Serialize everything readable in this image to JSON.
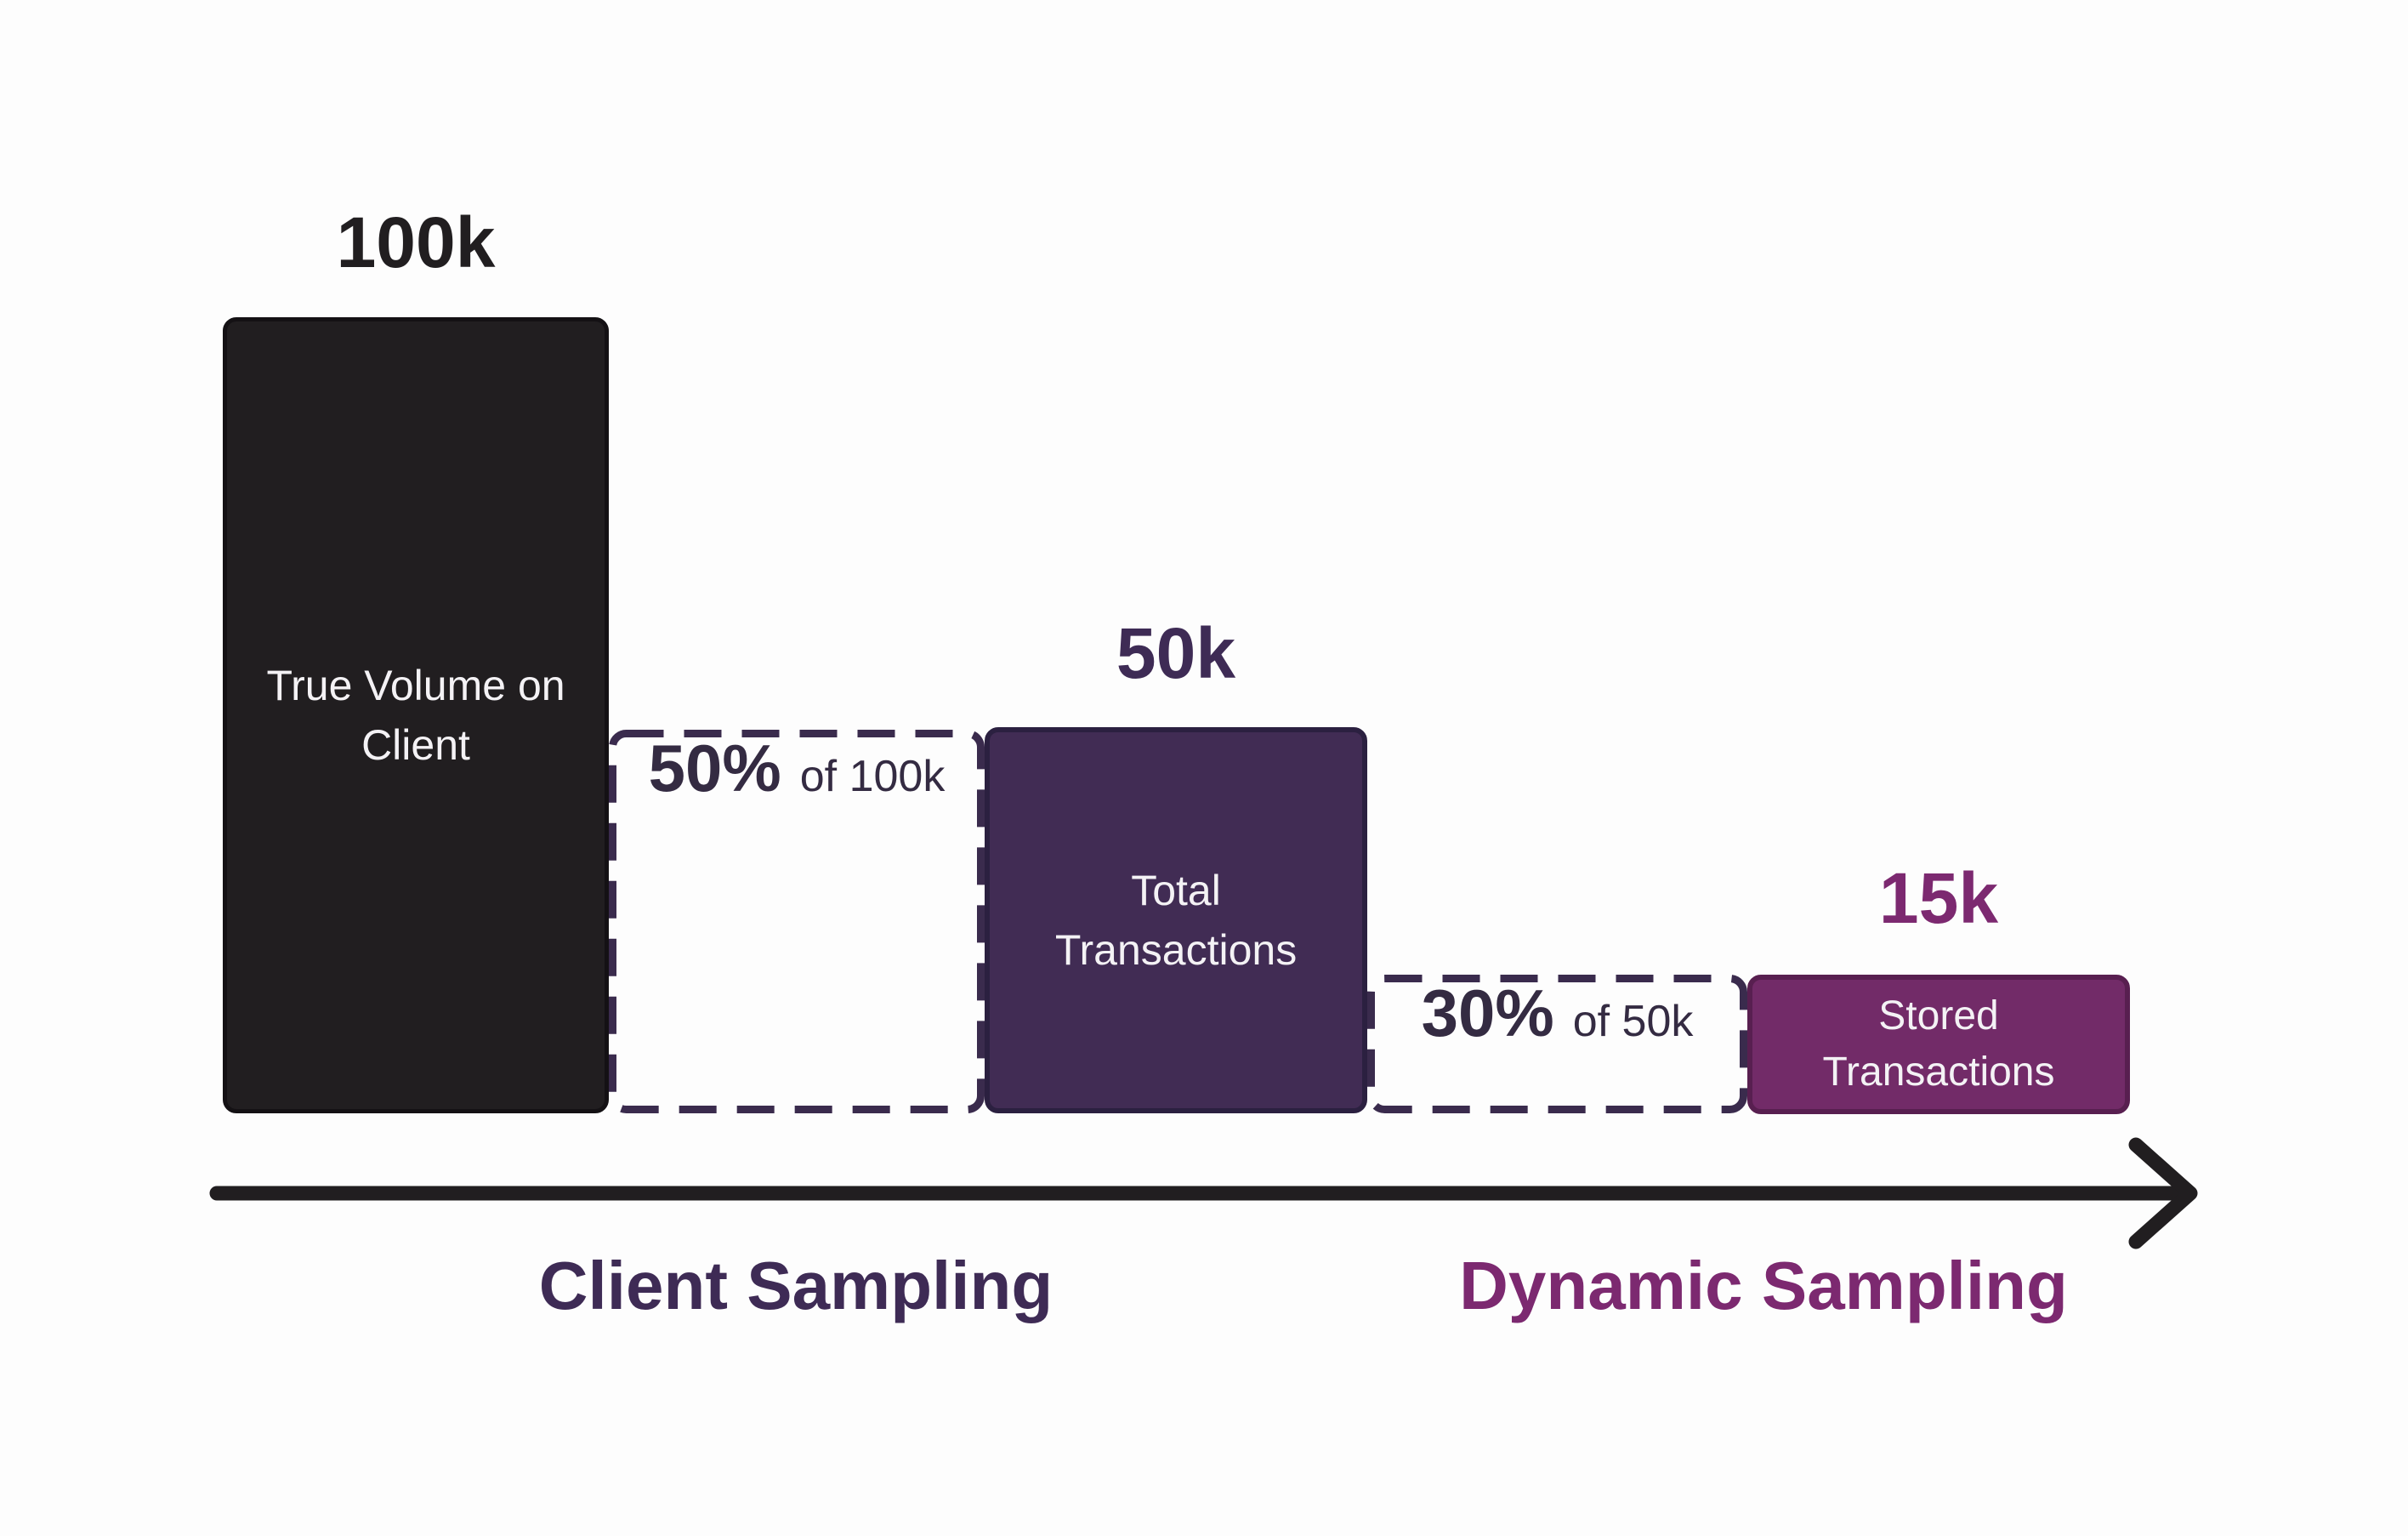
{
  "colors": {
    "background": "#fdfdfd",
    "ink": "#211e20",
    "bar_ink": "#211e20",
    "bar_ink_border": "#141114",
    "bar_purple": "#412c54",
    "bar_purple_border": "#2b2040",
    "bar_plum": "#722b68",
    "bar_plum_border": "#581f50",
    "dash": "#3a2b4d",
    "label_purple": "#3e2b55",
    "label_plum": "#7c2970",
    "pct_text": "#342b42",
    "text_light": "#f4f2f5"
  },
  "funnel": {
    "stages": [
      {
        "kind": "bar",
        "value": "100k",
        "label": "True Volume on Client"
      },
      {
        "kind": "drop",
        "pct": "50%",
        "of": "of 100k"
      },
      {
        "kind": "bar",
        "value": "50k",
        "label": "Total Transactions"
      },
      {
        "kind": "drop",
        "pct": "30%",
        "of": "of 50k"
      },
      {
        "kind": "bar",
        "value": "15k",
        "label": "Stored Transactions"
      }
    ]
  },
  "axis": {
    "left_label": "Client Sampling",
    "right_label": "Dynamic Sampling"
  },
  "chart_data": {
    "type": "bar",
    "categories": [
      "True Volume on Client",
      "Total Transactions",
      "Stored Transactions"
    ],
    "values": [
      100000,
      50000,
      15000
    ],
    "value_labels": [
      "100k",
      "50k",
      "15k"
    ],
    "drop_annotations": [
      {
        "label": "50% of 100k",
        "between": [
          "True Volume on Client",
          "Total Transactions"
        ],
        "phase": "Client Sampling"
      },
      {
        "label": "30% of 50k",
        "between": [
          "Total Transactions",
          "Stored Transactions"
        ],
        "phase": "Dynamic Sampling"
      }
    ],
    "title": "",
    "xlabel": "",
    "ylabel": "",
    "legend": false,
    "grid": false
  }
}
